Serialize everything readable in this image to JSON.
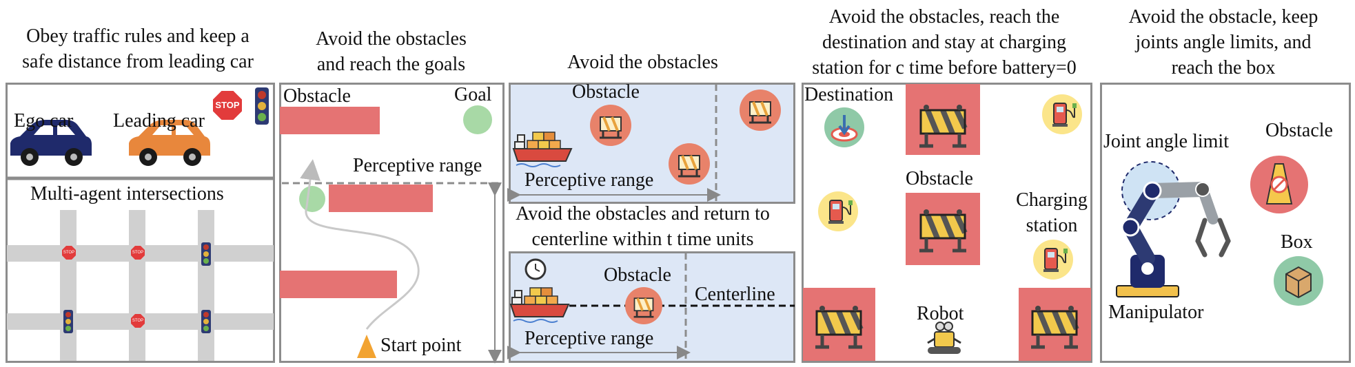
{
  "colors": {
    "obstacle": "#e57373",
    "goal": "#a8d9a6",
    "panel_border": "#8c8c8c",
    "water": "#dde7f6",
    "road": "#d0d0d0",
    "start": "#f2a331"
  },
  "panels": {
    "traffic": {
      "title_line1": "Obey traffic rules and keep a",
      "title_line2": "safe distance from leading car",
      "ego_car": "Ego car",
      "leading_car": "Leading car",
      "intersections": "Multi-agent intersections",
      "stop_sign": "STOP",
      "stop_small": "STOP"
    },
    "goals": {
      "title_line1": "Avoid the obstacles",
      "title_line2": "and reach the goals",
      "obstacle": "Obstacle",
      "goal": "Goal",
      "perceptive_range": "Perceptive range",
      "start_point": "Start point"
    },
    "ship_top": {
      "title": "Avoid the obstacles",
      "obstacle": "Obstacle",
      "perceptive_range": "Perceptive range"
    },
    "ship_bottom": {
      "title_line1": "Avoid the obstacles and return to",
      "title_line2": "centerline within t time units",
      "obstacle": "Obstacle",
      "centerline": "Centerline",
      "perceptive_range": "Perceptive range"
    },
    "charging": {
      "title_line1": "Avoid the obstacles, reach the",
      "title_line2": "destination and stay at charging",
      "title_line3": "station for c time before battery=0",
      "destination": "Destination",
      "obstacle": "Obstacle",
      "charging_line1": "Charging",
      "charging_line2": "station",
      "robot": "Robot"
    },
    "manipulator": {
      "title_line1": "Avoid the obstacle, keep",
      "title_line2": "joints angle limits, and",
      "title_line3": "reach the box",
      "joint_limit": "Joint angle limit",
      "obstacle": "Obstacle",
      "box": "Box",
      "manipulator": "Manipulator"
    }
  }
}
